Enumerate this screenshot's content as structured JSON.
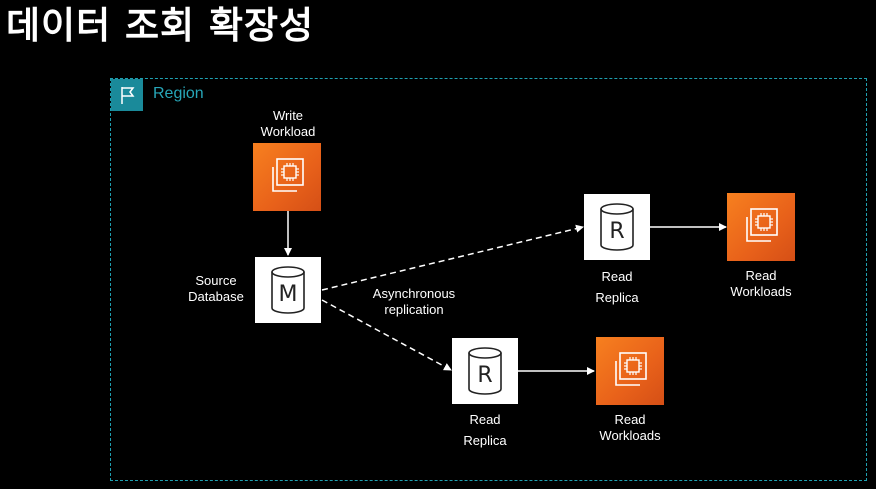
{
  "title": "데이터 조회 확장성",
  "region": {
    "label": "Region",
    "icon": "flag-icon"
  },
  "write_workload": {
    "line1": "Write",
    "line2": "Workload",
    "icon": "ec2-instance-icon"
  },
  "source_database": {
    "line1": "Source",
    "line2": "Database",
    "letter": "M",
    "icon": "database-icon"
  },
  "replication": {
    "line1": "Asynchronous",
    "line2": "replication"
  },
  "replica_top": {
    "line1": "Read",
    "line2": "Replica",
    "letter": "R"
  },
  "workloads_top": {
    "line1": "Read",
    "line2": "Workloads"
  },
  "replica_bottom": {
    "line1": "Read",
    "line2": "Replica",
    "letter": "R"
  },
  "workloads_bottom": {
    "line1": "Read",
    "line2": "Workloads"
  },
  "colors": {
    "region_border": "#1e9fb0",
    "region_flag": "#1a8a9a",
    "ec2_orange": "#f27b1f"
  }
}
